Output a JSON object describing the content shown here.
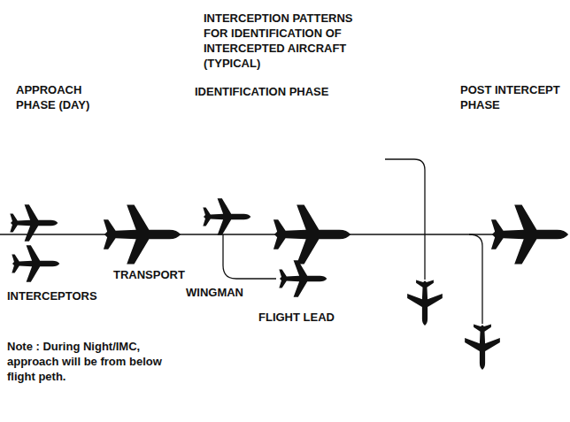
{
  "diagram": {
    "title": "INTERCEPTION PATTERNS FOR IDENTIFICATION OF INTERCEPTED AIRCRAFT (TYPICAL)",
    "labels": [
      "APPROACH PHASE (DAY)",
      "IDENTIFICATION PHASE",
      "POST INTERCEPT PHASE",
      "TRANSPORT",
      "INTERCEPTORS",
      "WINGMAN",
      "FLIGHT LEAD",
      "Note : During Night/IMC, approach will be from below flight peth."
    ]
  }
}
